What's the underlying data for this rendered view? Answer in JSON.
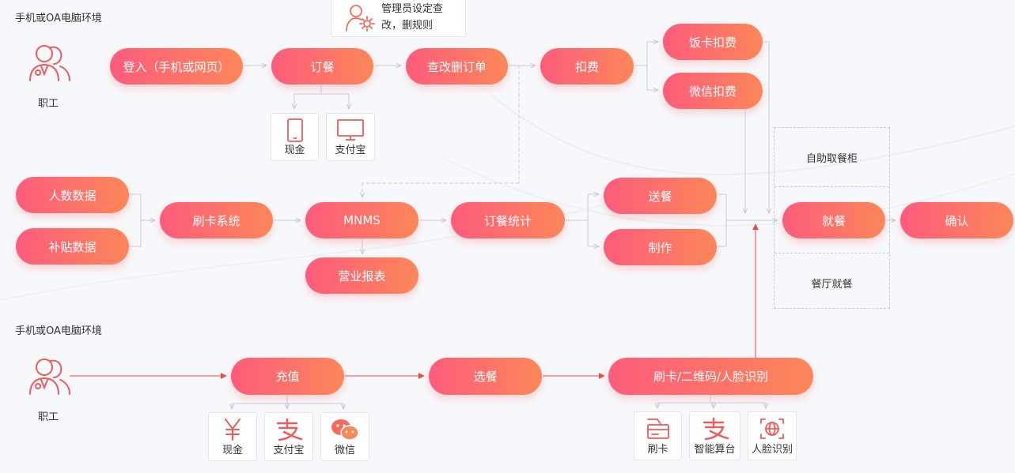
{
  "environment_labels": [
    "手机或OA电脑环境",
    "手机或OA电脑环境"
  ],
  "actors": [
    "职工",
    "职工"
  ],
  "admin_note": {
    "line1": "管理员设定查",
    "line2": "改，删规则"
  },
  "top_flow": {
    "login": "登入（手机或网页）",
    "order": "订餐",
    "modify": "查改删订单",
    "deduct": "扣费",
    "card_deduct": "饭卡扣费",
    "wechat_deduct": "微信扣费",
    "pay_cards": [
      {
        "label": "现金",
        "icon": "tablet-icon"
      },
      {
        "label": "支付宝",
        "icon": "monitor-icon"
      }
    ]
  },
  "middle_flow": {
    "headcount": "人数数据",
    "subsidy": "补贴数据",
    "card_system": "刷卡系统",
    "mnms": "MNMS",
    "order_stats": "订餐统计",
    "report": "营业报表",
    "deliver": "送餐",
    "make": "制作",
    "dine": "就餐",
    "confirm": "确认"
  },
  "dine_options": {
    "self_pickup": "自助取餐柜",
    "restaurant": "餐厅就餐"
  },
  "bottom_flow": {
    "recharge": "充值",
    "choose": "选餐",
    "identify": "刷卡/二维码/人脸识别",
    "recharge_cards": [
      {
        "label": "现金",
        "icon": "yen-icon"
      },
      {
        "label": "支付宝",
        "icon": "alipay-icon"
      },
      {
        "label": "微信",
        "icon": "wechat-icon"
      }
    ],
    "identify_cards": [
      {
        "label": "刷卡",
        "icon": "card-swipe-icon"
      },
      {
        "label": "智能算台",
        "icon": "alipay-icon"
      },
      {
        "label": "人脸识别",
        "icon": "face-scan-icon"
      }
    ]
  },
  "colors": {
    "pill_start": "#fd5c7c",
    "pill_end": "#fc8759",
    "arrow_gray": "#c9ccd6",
    "arrow_red": "#f04a3f"
  }
}
